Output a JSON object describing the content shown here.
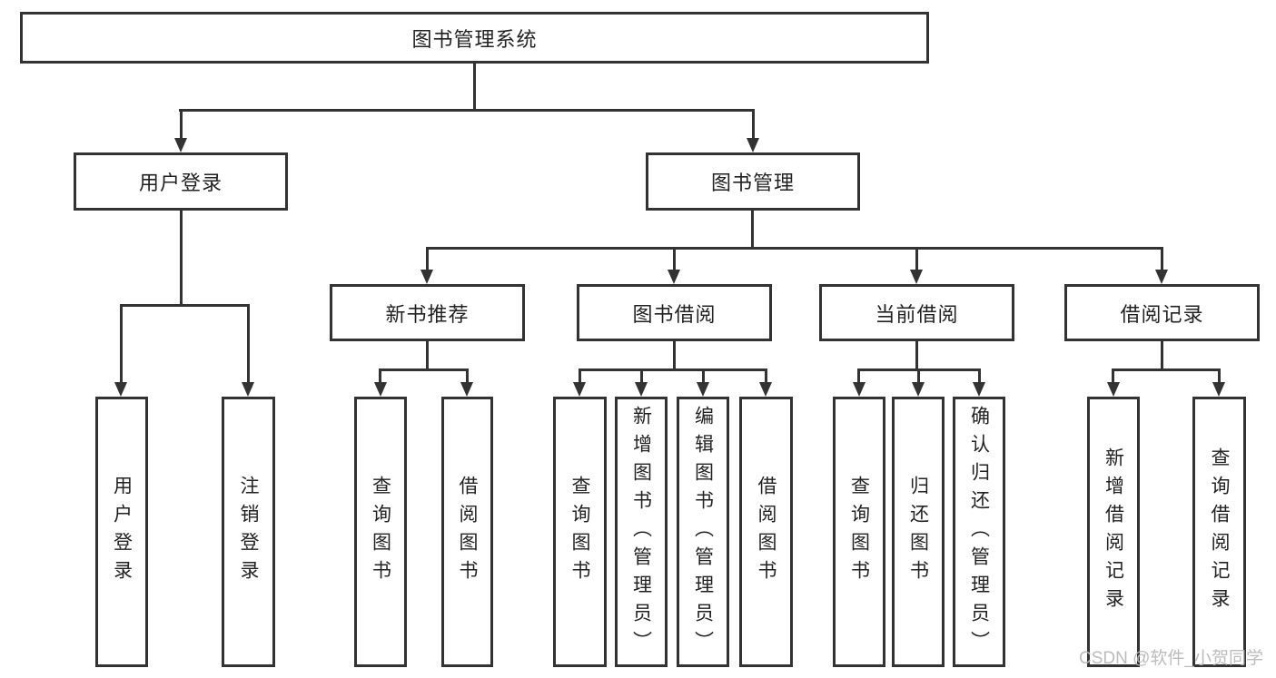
{
  "diagram": {
    "title": "图书管理系统",
    "level2": {
      "user_login": "用户登录",
      "book_mgmt": "图书管理"
    },
    "level3": {
      "new_books": "新书推荐",
      "borrow": "图书借阅",
      "current": "当前借阅",
      "records": "借阅记录"
    },
    "leaves": {
      "login": "用户登录",
      "logout": "注销登录",
      "nb_query": "查询图书",
      "nb_borrow": "借阅图书",
      "bb_query": "查询图书",
      "bb_add": "新增图书（管理员）",
      "bb_edit": "编辑图书（管理员）",
      "bb_borrow": "借阅图书",
      "cb_query": "查询图书",
      "cb_return": "归还图书",
      "cb_confirm": "确认归还（管理员）",
      "rec_add": "新增借阅记录",
      "rec_query": "查询借阅记录"
    },
    "watermark": "CSDN @软件_小贺同学"
  },
  "colors": {
    "line": "#333333",
    "text": "#222222",
    "watermark": "#b9b9b9",
    "background": "#ffffff"
  }
}
